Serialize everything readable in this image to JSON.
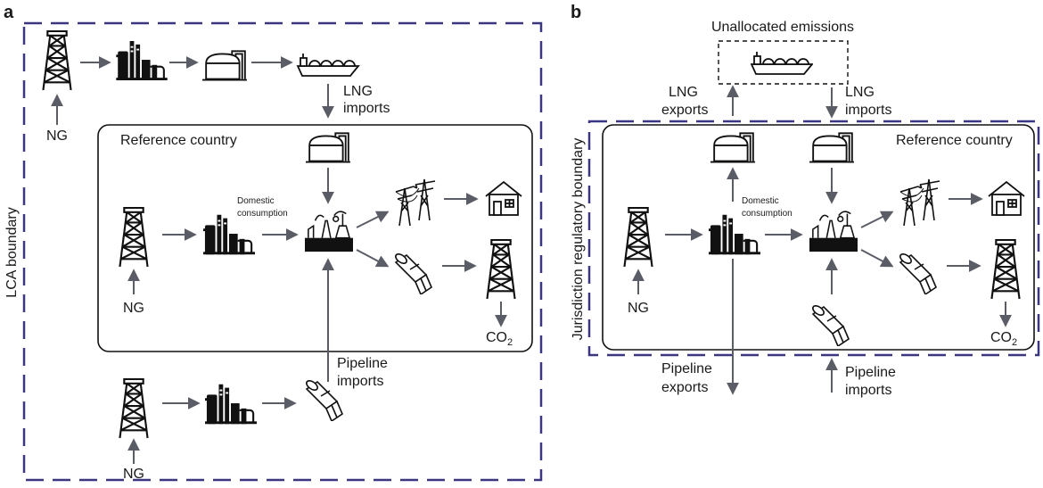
{
  "panel_a": {
    "letter": "a",
    "boundary_label": "LCA boundary",
    "reference_country": "Reference country",
    "ng_top": "NG",
    "ng_inner": "NG",
    "ng_bottom": "NG",
    "lng_imports": [
      "LNG",
      "imports"
    ],
    "domestic_consumption": [
      "Domestic",
      "consumption"
    ],
    "pipeline_imports": [
      "Pipeline",
      "imports"
    ],
    "co2_main": "CO",
    "co2_sub": "2"
  },
  "panel_b": {
    "letter": "b",
    "unallocated_emissions": "Unallocated emissions",
    "boundary_label": "Jurisdiction regulatory boundary",
    "reference_country": "Reference country",
    "lng_exports": [
      "LNG",
      "exports"
    ],
    "lng_imports": [
      "LNG",
      "imports"
    ],
    "domestic_consumption": [
      "Domestic",
      "consumption"
    ],
    "ng": "NG",
    "pipeline_exports": [
      "Pipeline",
      "exports"
    ],
    "pipeline_imports": [
      "Pipeline",
      "imports"
    ],
    "co2_main": "CO",
    "co2_sub": "2"
  },
  "colors": {
    "boundary_dash": "#3a3780",
    "arrow": "#5a5d66",
    "icon": "#111111"
  }
}
